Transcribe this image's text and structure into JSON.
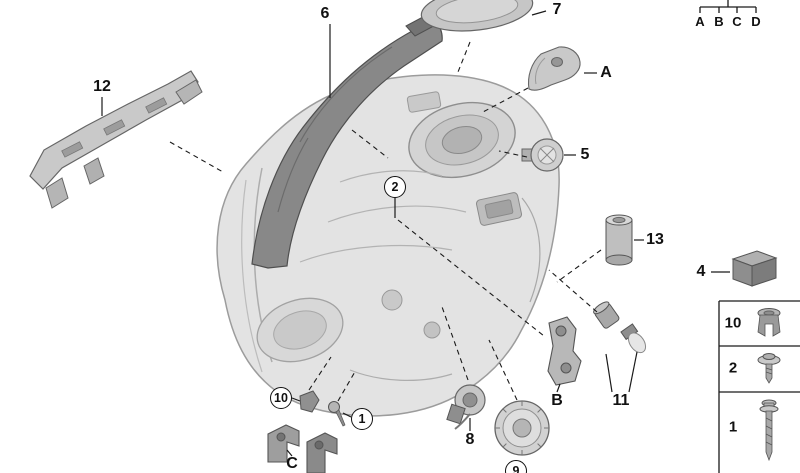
{
  "figure": {
    "background": "#ffffff",
    "line_color": "#1a1a1a",
    "part_light": "#e3e3e3",
    "part_mid": "#b8b8b8",
    "part_dark": "#888888"
  },
  "callouts": [
    {
      "label": "6",
      "circled": false
    },
    {
      "label": "7",
      "circled": false
    },
    {
      "label": "12",
      "circled": false
    },
    {
      "label": "A",
      "circled": false
    },
    {
      "label": "5",
      "circled": false
    },
    {
      "label": "2",
      "circled": true
    },
    {
      "label": "13",
      "circled": false
    },
    {
      "label": "4",
      "circled": false
    },
    {
      "label": "B",
      "circled": false
    },
    {
      "label": "11",
      "circled": false
    },
    {
      "label": "10",
      "circled": true
    },
    {
      "label": "1",
      "circled": true
    },
    {
      "label": "8",
      "circled": false
    },
    {
      "label": "C",
      "circled": false
    },
    {
      "label": "9",
      "circled": true
    }
  ],
  "group_key": {
    "letters": [
      "A",
      "B",
      "C",
      "D"
    ]
  },
  "legend": {
    "rows": [
      {
        "label": "10",
        "icon": "expanding-rivet-icon"
      },
      {
        "label": "2",
        "icon": "screw-with-washer-icon"
      },
      {
        "label": "1",
        "icon": "long-screw-icon"
      }
    ]
  }
}
